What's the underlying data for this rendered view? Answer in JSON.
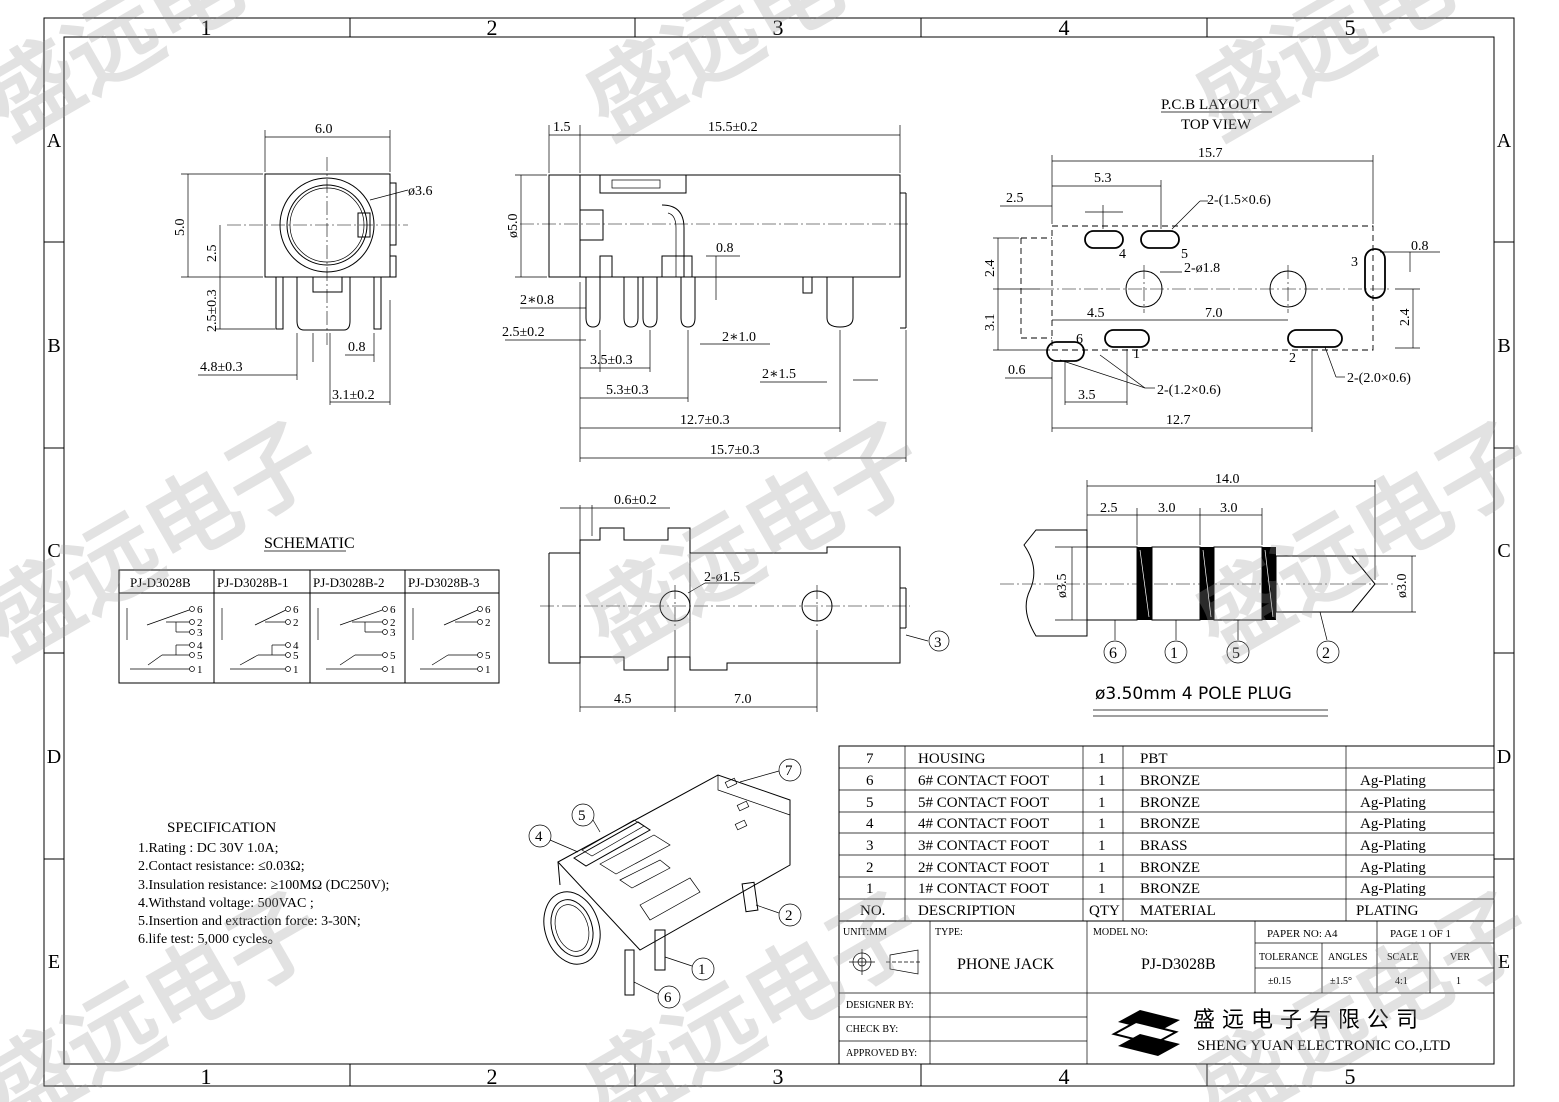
{
  "frame": {
    "columns": [
      "1",
      "2",
      "3",
      "4",
      "5"
    ],
    "rows": [
      "A",
      "B",
      "C",
      "D",
      "E"
    ]
  },
  "watermark": "盛远电子",
  "front_view": {
    "dims": [
      "6.0",
      "ø3.6",
      "5.0",
      "2.5",
      "2.5±0.3",
      "4.8±0.3",
      "0.8",
      "3.1±0.2"
    ]
  },
  "side_view": {
    "dims": [
      "1.5",
      "15.5±0.2",
      "ø5.0",
      "0.8",
      "2∗0.8",
      "2.5±0.2",
      "3.5±0.3",
      "2∗1.0",
      "2∗1.5",
      "5.3±0.3",
      "12.7±0.3",
      "15.7±0.3"
    ]
  },
  "pcb_layout": {
    "title": "P.C.B LAYOUT",
    "subtitle": "TOP VIEW",
    "dims": [
      "15.7",
      "5.3",
      "2.5",
      "2-(1.5×0.6)",
      "0.8",
      "2-ø1.8",
      "2.4",
      "3.1",
      "4.5",
      "7.0",
      "2.4",
      "0.6",
      "3.5",
      "12.7",
      "2-(1.2×0.6)",
      "2-(2.0×0.6)"
    ],
    "pins": [
      "1",
      "2",
      "3",
      "4",
      "5",
      "6"
    ]
  },
  "bottom_view": {
    "dims": [
      "0.6±0.2",
      "2-ø1.5",
      "4.5",
      "7.0"
    ],
    "callout": "3"
  },
  "plug": {
    "dims": [
      "14.0",
      "2.5",
      "3.0",
      "3.0",
      "ø3.5",
      "ø3.0"
    ],
    "pins": [
      "6",
      "1",
      "5",
      "2"
    ],
    "caption": "ø3.50mm  4  POLE  PLUG"
  },
  "schematic": {
    "title": "SCHEMATIC",
    "models": [
      "PJ-D3028B",
      "PJ-D3028B-1",
      "PJ-D3028B-2",
      "PJ-D3028B-3"
    ],
    "pins": [
      [
        "6",
        "2",
        "3",
        "4",
        "5",
        "1"
      ],
      [
        "6",
        "2",
        "4",
        "5",
        "1"
      ],
      [
        "6",
        "2",
        "3",
        "5",
        "1"
      ],
      [
        "6",
        "2",
        "5",
        "1"
      ]
    ]
  },
  "specification": {
    "title": "SPECIFICATION",
    "items": [
      "1.Rating : DC 30V 1.0A;",
      "2.Contact resistance: ≤0.03Ω;",
      "3.Insulation resistance: ≥100MΩ  (DC250V);",
      "4.Withstand voltage: 500VAC ;",
      "5.Insertion and extraction force: 3-30N;",
      "6.life test: 5,000 cycles。"
    ]
  },
  "iso_view": {
    "callouts": [
      "7",
      "5",
      "4",
      "2",
      "1",
      "6"
    ]
  },
  "bom": {
    "rows": [
      {
        "no": "7",
        "desc": "HOUSING",
        "qty": "1",
        "mat": "PBT",
        "plating": ""
      },
      {
        "no": "6",
        "desc": "6# CONTACT FOOT",
        "qty": "1",
        "mat": "BRONZE",
        "plating": "Ag-Plating"
      },
      {
        "no": "5",
        "desc": "5# CONTACT FOOT",
        "qty": "1",
        "mat": "BRONZE",
        "plating": "Ag-Plating"
      },
      {
        "no": "4",
        "desc": "4# CONTACT FOOT",
        "qty": "1",
        "mat": "BRONZE",
        "plating": "Ag-Plating"
      },
      {
        "no": "3",
        "desc": "3# CONTACT FOOT",
        "qty": "1",
        "mat": "BRASS",
        "plating": "Ag-Plating"
      },
      {
        "no": "2",
        "desc": "2# CONTACT FOOT",
        "qty": "1",
        "mat": "BRONZE",
        "plating": "Ag-Plating"
      },
      {
        "no": "1",
        "desc": "1# CONTACT FOOT",
        "qty": "1",
        "mat": "BRONZE",
        "plating": "Ag-Plating"
      }
    ],
    "header": {
      "no": "NO.",
      "desc": "DESCRIPTION",
      "qty": "QTY",
      "mat": "MATERIAL",
      "plating": "PLATING"
    }
  },
  "title_block": {
    "unit": "UNIT:MM",
    "type_label": "TYPE:",
    "type_value": "PHONE JACK",
    "model_label": "MODEL NO:",
    "model_value": "PJ-D3028B",
    "paper": "PAPER NO: A4",
    "page": "PAGE 1 OF 1",
    "tolerance_label": "TOLERANCE",
    "angles_label": "ANGLES",
    "scale_label": "SCALE",
    "ver_label": "VER",
    "tolerance": "±0.15",
    "angles": "±1.5°",
    "scale": "4:1",
    "ver": "1",
    "designer": "DESIGNER BY:",
    "check": "CHECK    BY:",
    "approved": "APPROVED BY:",
    "company_cn": "盛 远 电 子 有 限 公 司",
    "company_en": "SHENG YUAN ELECTRONIC CO.,LTD"
  }
}
